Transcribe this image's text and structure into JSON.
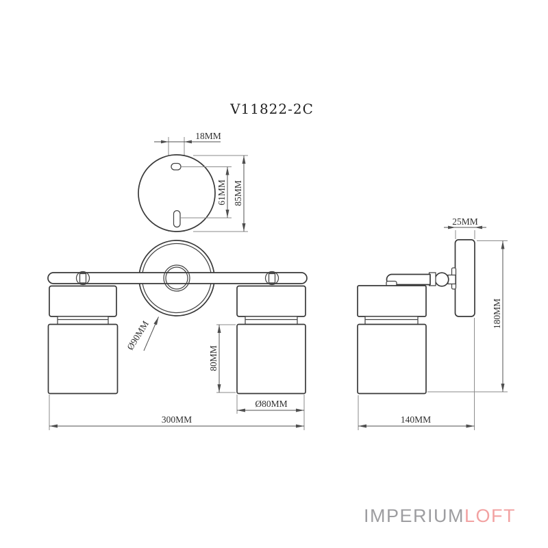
{
  "title": "V11822-2C",
  "views": {
    "top": {
      "dims": {
        "slot_offset": "18MM",
        "slot_spacing": "61MM",
        "plate_diameter": "85MM"
      }
    },
    "front": {
      "dims": {
        "canopy_diameter": "Ø90MM",
        "shade_height": "80MM",
        "shade_diameter": "Ø80MM",
        "total_width": "300MM"
      }
    },
    "side": {
      "dims": {
        "plate_thickness": "25MM",
        "total_height": "180MM",
        "total_depth": "140MM"
      }
    }
  },
  "logo": {
    "part1": "IMPERIUM",
    "part2": "LOFT"
  },
  "colors": {
    "line": "#383838",
    "dim_line": "#4f4f4f",
    "logo_gray": "#9d9da0",
    "logo_pink": "#f2a2a2",
    "background": "#ffffff"
  }
}
